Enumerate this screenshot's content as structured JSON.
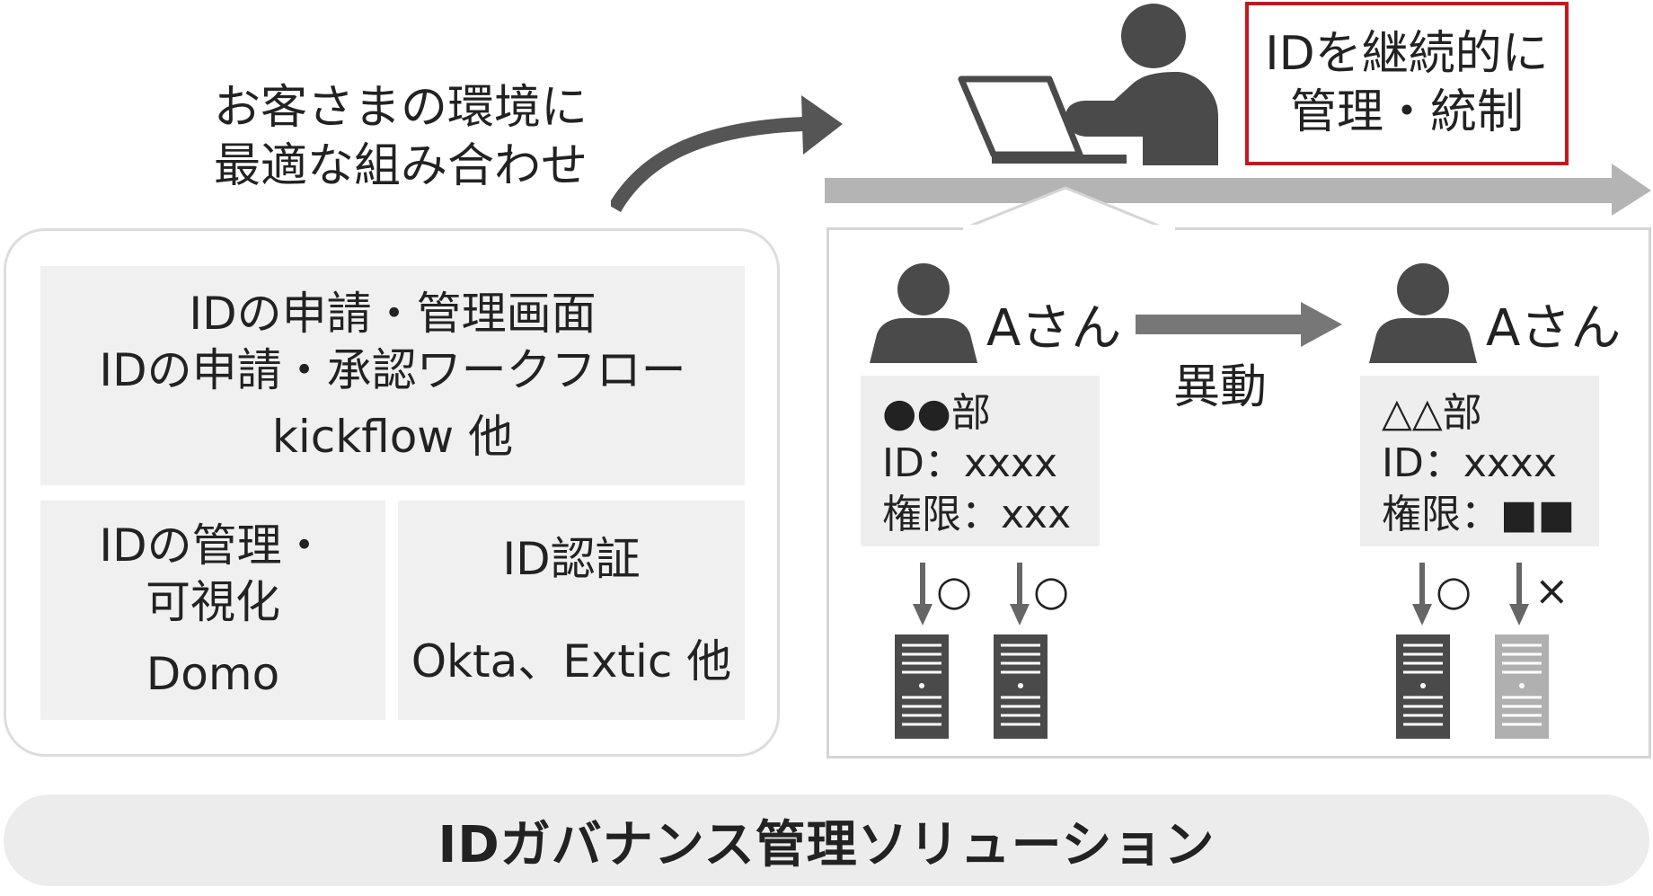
{
  "caption": {
    "line1": "お客さまの環境に",
    "line2": "最適な組み合わせ"
  },
  "goal": {
    "line1": "IDを継続的に",
    "line2": "管理・統制"
  },
  "left_panel": {
    "top_box": {
      "line1": "IDの申請・管理画面",
      "line2": "IDの申請・承認ワークフロー",
      "product": "kickflow 他"
    },
    "bottom_left_box": {
      "line1": "IDの管理・",
      "line2": "可視化",
      "product": "Domo"
    },
    "bottom_right_box": {
      "line1": "ID認証",
      "product": "Okta、Extic 他"
    }
  },
  "right_panel": {
    "transfer_label": "異動",
    "before": {
      "name": "Aさん",
      "dept": "●●部",
      "id": "ID：xxxx",
      "permission": "権限：xxx",
      "access": [
        "○",
        "○"
      ]
    },
    "after": {
      "name": "Aさん",
      "dept": "△△部",
      "id": "ID：xxxx",
      "permission": "権限：■■",
      "access": [
        "○",
        "×"
      ]
    }
  },
  "footer": {
    "title": "IDガバナンス管理ソリューション"
  },
  "colors": {
    "accent_red": "#c8161d",
    "icon_dark": "#4a4a4a",
    "icon_light": "#b0b0b0",
    "bar_gray": "#b4b4b4"
  }
}
